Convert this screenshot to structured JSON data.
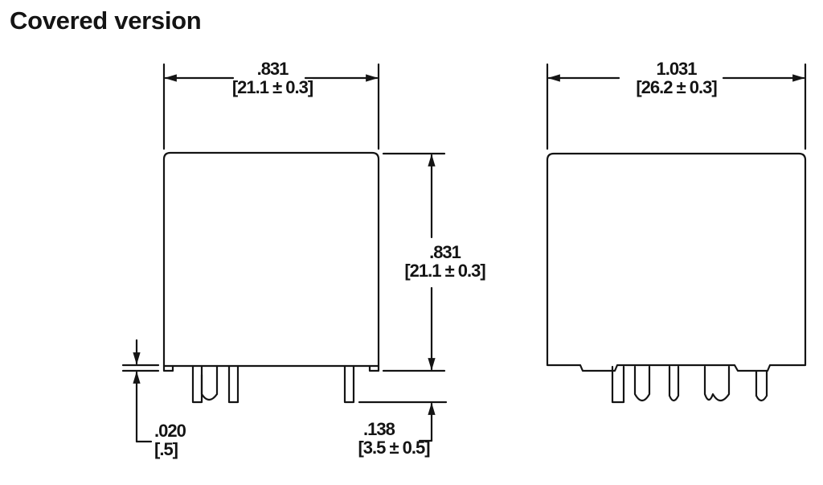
{
  "title": "Covered version",
  "views": {
    "front": {
      "width_dim": {
        "inch": ".831",
        "mm": "[21.1 ± 0.3]"
      },
      "height_dim": {
        "inch": ".831",
        "mm": "[21.1 ± 0.3]"
      },
      "standoff_dim": {
        "inch": ".020",
        "mm": "[.5]"
      },
      "pin_length_dim": {
        "inch": ".138",
        "mm": "[3.5 ± 0.5]"
      }
    },
    "side": {
      "width_dim": {
        "inch": "1.031",
        "mm": "[26.2 ± 0.3]"
      }
    }
  },
  "colors": {
    "line": "#141414",
    "background": "#ffffff"
  }
}
